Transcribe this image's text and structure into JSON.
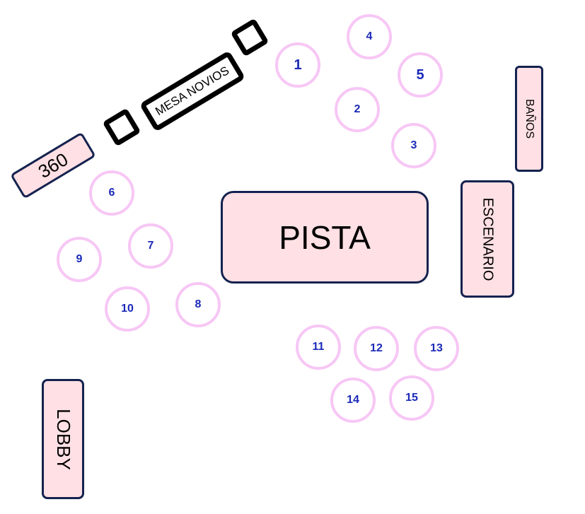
{
  "zones": {
    "pista": "PISTA",
    "escenario": "ESCENARIO",
    "banos": "BAÑOS",
    "lobby": "LOBBY",
    "photo360": "360",
    "mesa_novios": "MESA NOVIOS"
  },
  "tables": [
    "1",
    "2",
    "3",
    "4",
    "5",
    "6",
    "7",
    "8",
    "9",
    "10",
    "11",
    "12",
    "13",
    "14",
    "15"
  ],
  "colors": {
    "zone_fill": "#ffe0e4",
    "zone_border": "#14224f",
    "table_ring": "#f7c7f5",
    "table_number": "#1b2ab8"
  }
}
